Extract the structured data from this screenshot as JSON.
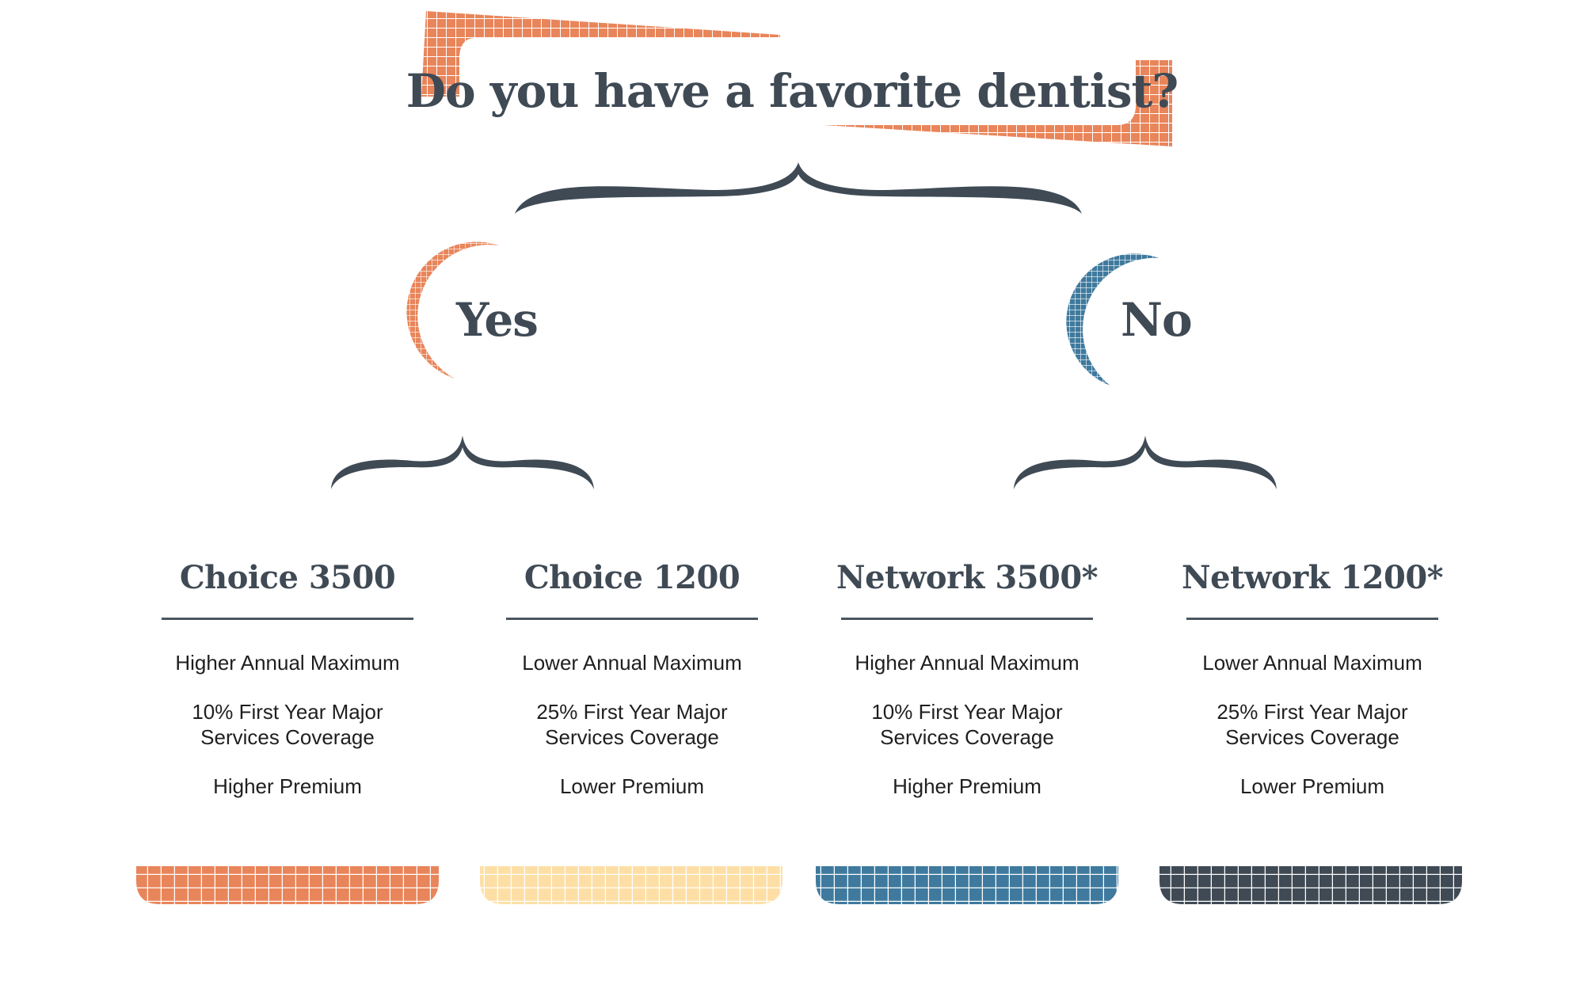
{
  "title": "Do you have a favorite dentist?",
  "branches": {
    "yes": "Yes",
    "no": "No"
  },
  "plans": [
    {
      "name": "Choice 3500",
      "features": [
        "Higher Annual Maximum",
        "10% First Year Major Services Coverage",
        "Higher Premium"
      ],
      "color": "#e9855a"
    },
    {
      "name": "Choice 1200",
      "features": [
        "Lower Annual Maximum",
        "25% First Year Major Services Coverage",
        "Lower Premium"
      ],
      "color": "#fddfa6"
    },
    {
      "name": "Network 3500*",
      "features": [
        "Higher Annual Maximum",
        "10% First Year Major Services Coverage",
        "Higher Premium"
      ],
      "color": "#3f7a9e"
    },
    {
      "name": "Network 1200*",
      "features": [
        "Lower Annual Maximum",
        "25% First Year Major Services Coverage",
        "Lower Premium"
      ],
      "color": "#3f4a55"
    }
  ],
  "colors": {
    "accent_orange": "#e9855a",
    "accent_blue": "#3f7a9e",
    "text_dark": "#3f4a55",
    "cream": "#fddfa6"
  }
}
